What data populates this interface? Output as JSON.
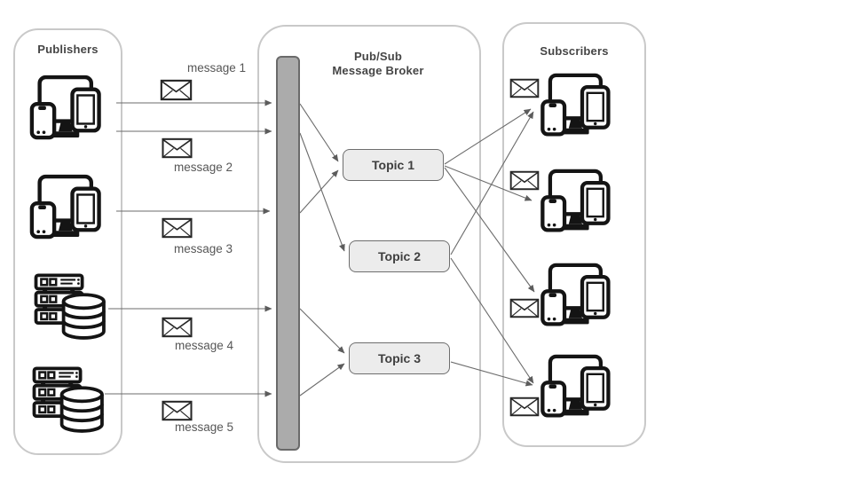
{
  "diagram": {
    "publishers": {
      "title": "Publishers"
    },
    "broker": {
      "title_line1": "Pub/Sub",
      "title_line2": "Message Broker",
      "topics": [
        {
          "label": "Topic 1"
        },
        {
          "label": "Topic 2"
        },
        {
          "label": "Topic 3"
        }
      ]
    },
    "subscribers": {
      "title": "Subscribers"
    },
    "messages": [
      {
        "label": "message 1"
      },
      {
        "label": "message 2"
      },
      {
        "label": "message 3"
      },
      {
        "label": "message 4"
      },
      {
        "label": "message 5"
      }
    ],
    "connections": [
      {
        "from": "publisher-1",
        "to": "broker-queue",
        "message": "message 1"
      },
      {
        "from": "publisher-1",
        "to": "broker-queue",
        "message": "message 2"
      },
      {
        "from": "publisher-2",
        "to": "broker-queue",
        "message": "message 3"
      },
      {
        "from": "publisher-3",
        "to": "broker-queue",
        "message": "message 4"
      },
      {
        "from": "publisher-4",
        "to": "broker-queue",
        "message": "message 5"
      },
      {
        "from": "broker-queue",
        "to": "Topic 1",
        "message": "message 1"
      },
      {
        "from": "broker-queue",
        "to": "Topic 2",
        "message": "message 2"
      },
      {
        "from": "broker-queue",
        "to": "Topic 1",
        "message": "message 3"
      },
      {
        "from": "broker-queue",
        "to": "Topic 3",
        "message": "message 4"
      },
      {
        "from": "broker-queue",
        "to": "Topic 3",
        "message": "message 5"
      },
      {
        "from": "Topic 1",
        "to": "subscriber-1"
      },
      {
        "from": "Topic 1",
        "to": "subscriber-2"
      },
      {
        "from": "Topic 1",
        "to": "subscriber-3"
      },
      {
        "from": "Topic 2",
        "to": "subscriber-1"
      },
      {
        "from": "Topic 2",
        "to": "subscriber-4"
      },
      {
        "from": "Topic 3",
        "to": "subscriber-4"
      }
    ],
    "icons": {
      "publisher-1": "devices-icon",
      "publisher-2": "devices-icon",
      "publisher-3": "server-database-icon",
      "publisher-4": "server-database-icon",
      "subscriber-1": "devices-icon",
      "subscriber-2": "devices-icon",
      "subscriber-3": "devices-icon",
      "subscriber-4": "devices-icon",
      "message": "envelope-icon"
    },
    "colors": {
      "panel_border": "#c9c9c9",
      "queue_bar_fill": "#ababab",
      "queue_bar_border": "#6a6a6a",
      "topic_fill": "#ececec",
      "topic_border": "#6e6e6e",
      "connector_line": "#6b6b6b",
      "title_text": "#454545",
      "label_text": "#565656",
      "icon_stroke": "#141414"
    }
  }
}
